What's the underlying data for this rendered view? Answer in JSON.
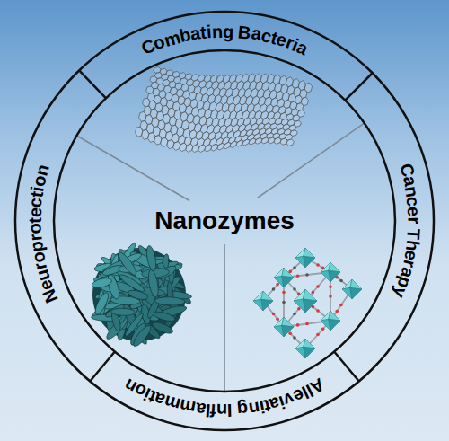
{
  "diagram": {
    "nodes": [
      {
        "text": [
          "Combating Bacteria"
        ]
      },
      {
        "text": [
          "Cancer Therapy"
        ]
      },
      {
        "text": [
          "Alleviating Inflammation"
        ]
      },
      {
        "text": [
          "Neuroprotection"
        ]
      },
      {
        "text": [
          "Nanozymes"
        ]
      }
    ]
  }
}
